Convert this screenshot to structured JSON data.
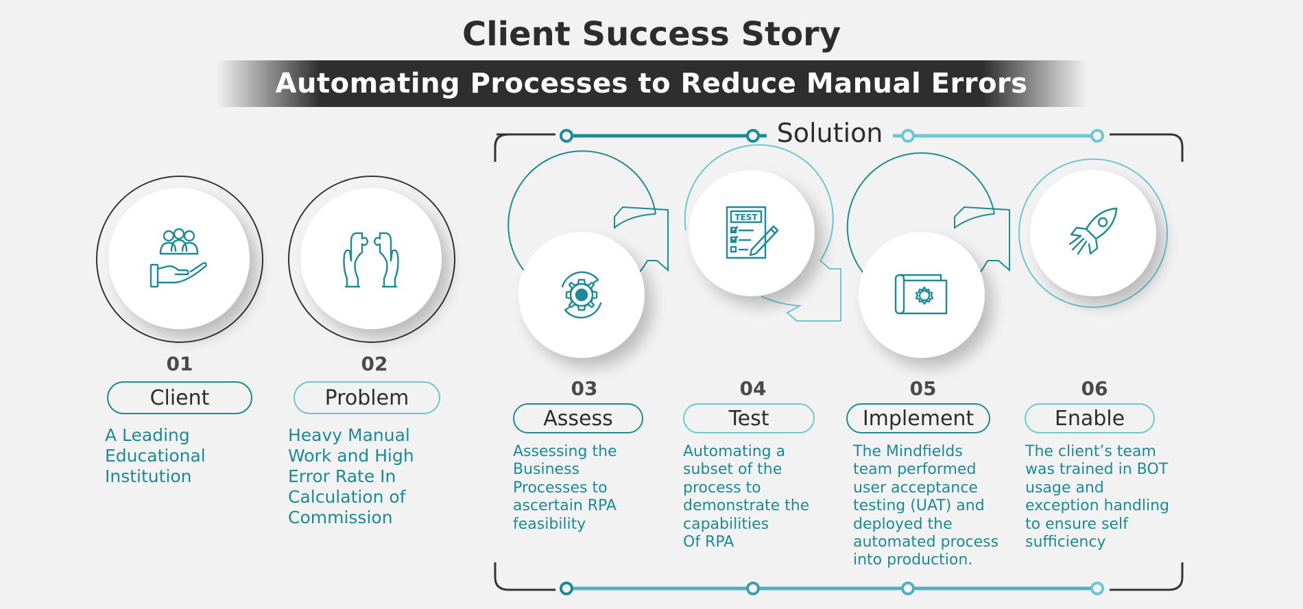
{
  "header": {
    "title": "Client Success Story",
    "subtitle": "Automating Processes to Reduce Manual Errors"
  },
  "solution_label": "Solution",
  "colors": {
    "teal_dark": "#1a8a96",
    "teal_light": "#6cc6d6",
    "dark": "#2d2d2d"
  },
  "steps": [
    {
      "num": "01",
      "label": "Client",
      "icon": "hand-people-icon",
      "desc": [
        "A Leading",
        "Educational",
        "Institution"
      ]
    },
    {
      "num": "02",
      "label": "Problem",
      "icon": "puzzle-hands-icon",
      "desc": [
        "Heavy Manual",
        "Work and High",
        "Error Rate In",
        "Calculation of",
        "Commission"
      ]
    },
    {
      "num": "03",
      "label": "Assess",
      "icon": "gear-cycle-icon",
      "desc": [
        "Assessing the",
        "Business",
        "Processes to",
        "ascertain RPA",
        "feasibility"
      ]
    },
    {
      "num": "04",
      "label": "Test",
      "icon": "test-checklist-icon",
      "icon_text": "TEST",
      "desc": [
        "Automating a",
        "subset of the",
        "process to",
        "demonstrate the",
        "capabilities",
        "Of RPA"
      ]
    },
    {
      "num": "05",
      "label": "Implement",
      "icon": "blueprint-gear-icon",
      "desc": [
        "The Mindfields",
        "team performed",
        "user acceptance",
        "testing (UAT) and",
        "deployed the",
        "automated process",
        "into production."
      ]
    },
    {
      "num": "06",
      "label": "Enable",
      "icon": "rocket-icon",
      "desc": [
        "The client’s team",
        "was trained in BOT",
        "usage and",
        "exception handling",
        "to ensure self",
        "sufficiency"
      ]
    }
  ]
}
